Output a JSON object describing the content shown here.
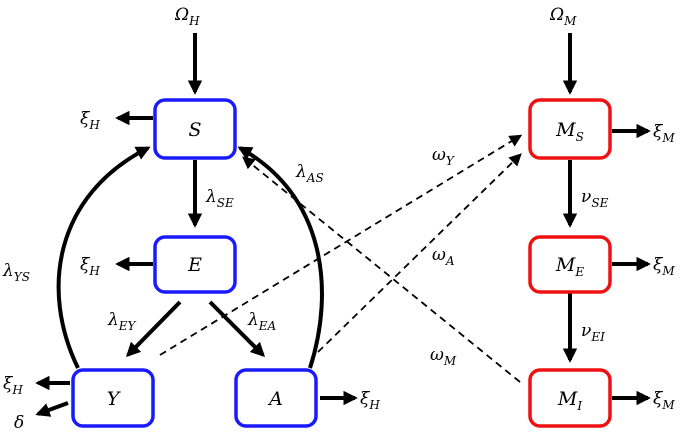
{
  "colors": {
    "human_node": "#1a1aff",
    "mosquito_node": "#ee1111",
    "edge": "#000000"
  },
  "nodes": {
    "S": {
      "base": "S",
      "sub": ""
    },
    "E": {
      "base": "E",
      "sub": ""
    },
    "Y": {
      "base": "Y",
      "sub": ""
    },
    "A": {
      "base": "A",
      "sub": ""
    },
    "MS": {
      "base": "M",
      "sub": "S"
    },
    "ME": {
      "base": "M",
      "sub": "E"
    },
    "MI": {
      "base": "M",
      "sub": "I"
    }
  },
  "labels": {
    "omega_h": {
      "base": "Ω",
      "sub": "H"
    },
    "omega_m": {
      "base": "Ω",
      "sub": "M"
    },
    "xi_h": {
      "base": "ξ",
      "sub": "H"
    },
    "xi_m": {
      "base": "ξ",
      "sub": "M"
    },
    "delta": {
      "base": "δ",
      "sub": ""
    },
    "lambda_se": {
      "base": "λ",
      "sub": "SE"
    },
    "lambda_ey": {
      "base": "λ",
      "sub": "EY"
    },
    "lambda_ea": {
      "base": "λ",
      "sub": "EA"
    },
    "lambda_ys": {
      "base": "λ",
      "sub": "YS"
    },
    "lambda_as": {
      "base": "λ",
      "sub": "AS"
    },
    "nu_se": {
      "base": "ν",
      "sub": "SE"
    },
    "nu_ei": {
      "base": "ν",
      "sub": "EI"
    },
    "omega_y": {
      "base": "ω",
      "sub": "Y"
    },
    "omega_a": {
      "base": "ω",
      "sub": "A"
    },
    "omega_mi": {
      "base": "ω",
      "sub": "M"
    }
  }
}
